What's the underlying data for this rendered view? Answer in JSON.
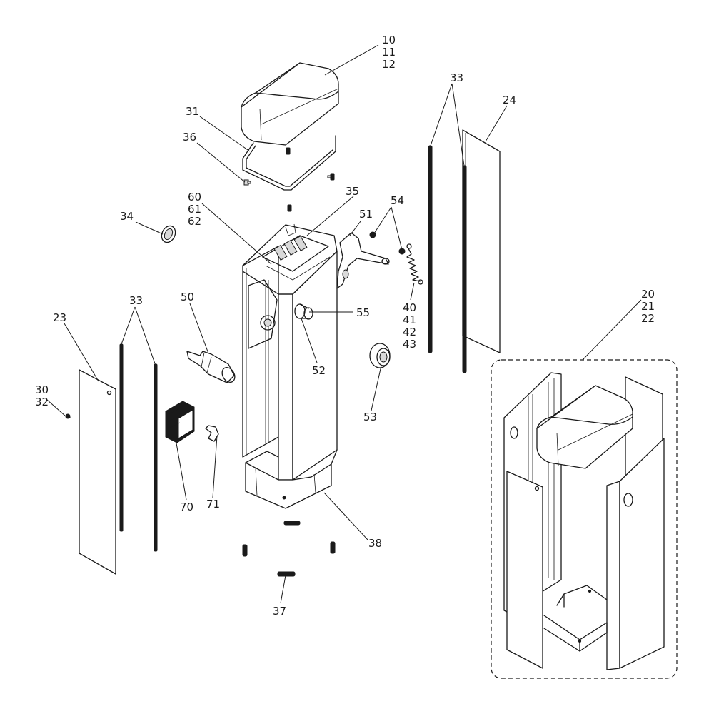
{
  "labels": {
    "l10": "10",
    "l11": "11",
    "l12": "12",
    "l31": "31",
    "l36": "36",
    "l60": "60",
    "l61": "61",
    "l62": "62",
    "l35": "35",
    "l34": "34",
    "l51": "51",
    "l54": "54",
    "l33a": "33",
    "l24": "24",
    "l33b": "33",
    "l23": "23",
    "l50": "50",
    "l55": "55",
    "l52": "52",
    "l40": "40",
    "l41": "41",
    "l42": "42",
    "l43": "43",
    "l53": "53",
    "l30": "30",
    "l32": "32",
    "l70": "70",
    "l71": "71",
    "l38": "38",
    "l37": "37",
    "l20": "20",
    "l21": "21",
    "l22": "22"
  }
}
